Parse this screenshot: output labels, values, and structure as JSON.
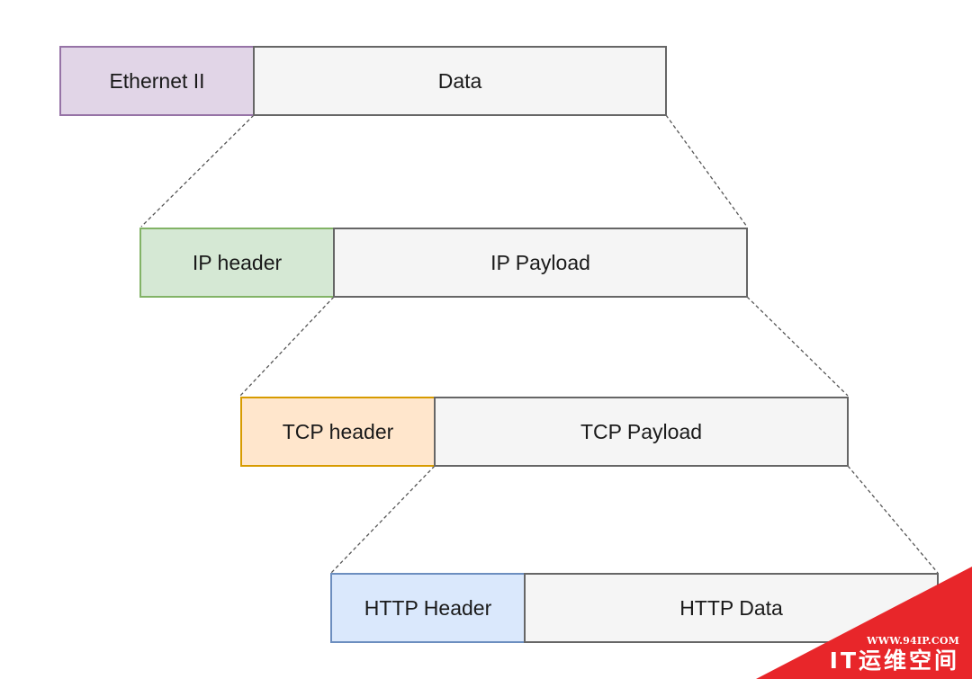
{
  "layers": {
    "ethernet": {
      "header": "Ethernet II",
      "payload": "Data"
    },
    "ip": {
      "header": "IP header",
      "payload": "IP Payload"
    },
    "tcp": {
      "header": "TCP header",
      "payload": "TCP Payload"
    },
    "http": {
      "header": "HTTP Header",
      "payload": "HTTP Data"
    }
  },
  "colors": {
    "ethernet_header_fill": "#e1d5e7",
    "ip_header_fill": "#d5e8d4",
    "tcp_header_fill": "#ffe6cc",
    "http_header_fill": "#dae8fc",
    "payload_fill": "#f5f5f5",
    "watermark": "#e8262a"
  },
  "watermark": {
    "url": "WWW.94IP.COM",
    "name": "IT运维空间"
  }
}
